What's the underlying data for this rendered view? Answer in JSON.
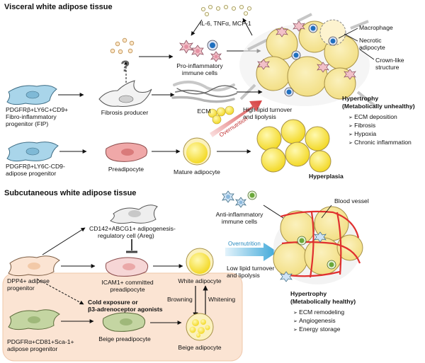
{
  "sections": {
    "visceral": {
      "title": "Visceral white adipose tissue",
      "cytokines": "IL-6, TNFα, MCP-1",
      "question_mark": "?",
      "pro_inflammatory": [
        "Pro-inflammatory",
        "immune cells"
      ],
      "macrophage": "Macrophage",
      "necrotic": [
        "Necrotic",
        "adipocyte"
      ],
      "crown": [
        "Crown-like",
        "structure"
      ],
      "fip": [
        "PDGFRβ+LY6C+CD9+",
        "Fibro-inflammatory",
        "progenitor (FIP)"
      ],
      "fibrosis_producer": "Fibrosis producer",
      "ecm": "ECM",
      "lipid_turnover": [
        "High lipid turnover",
        "and lipolysis"
      ],
      "overnutrition": "Overnutrition",
      "hypertrophy_title": [
        "Hypertrophy",
        "(Metabolically unhealthy)"
      ],
      "hypertrophy_items": [
        "ECM deposition",
        "Fibrosis",
        "Hypoxia",
        "Chronic inflammation"
      ],
      "adipose_progenitor": [
        "PDGFRβ+LY6C-CD9-",
        "adipose progenitor"
      ],
      "preadipocyte": "Preadipocyte",
      "mature_adipocyte": "Mature adipocyte",
      "hyperplasia": "Hyperplasia"
    },
    "subcutaneous": {
      "title": "Subcutaneous white adipose tissue",
      "areg": [
        "CD142+ABCG1+ adipogenesis-",
        "regulatory cell  (Areg)"
      ],
      "anti_inflammatory": [
        "Anti-inflammatory",
        "immune cells"
      ],
      "blood_vessel": "Blood vessel",
      "dpp4": [
        "DPP4+ adipose",
        "progenitor"
      ],
      "icam1": [
        "ICAM1+ committed",
        "preadipocyte"
      ],
      "white_adipocyte": "White adipocyte",
      "overnutrition": "Overnutrition",
      "lipid_turnover": [
        "Low lipid turnover",
        "and lipolysis"
      ],
      "browning": "Browning",
      "whitening": "Whitening",
      "cold": [
        "Cold exposure or",
        "β3-adrenoceptor agonists"
      ],
      "hypertrophy_title": [
        "Hypertrophy",
        "(Metabolically healthy)"
      ],
      "hypertrophy_items": [
        "ECM remodeling",
        "Angiogenesis",
        "Energy storage"
      ],
      "beige_progenitor": [
        "PDGFRα+CD81+Sca-1+",
        "adipose progenitor"
      ],
      "beige_preadipocyte": "Beige preadipocyte",
      "beige_adipocyte": "Beige adipocyte"
    }
  },
  "colors": {
    "adipocyte_fill": "#f7e9a0",
    "adipocyte_core": "#f8e23a",
    "progenitor_blue": "#a9d5ea",
    "preadipocyte_pink": "#f0a8a8",
    "beige_green": "#c4d5a2",
    "beige_panel": "#fbe4d3",
    "immune_pink": "#f2c0c8",
    "macrophage_blue": "#1f6fbf",
    "vessel_red": "#e0302f",
    "arrow_red": "#d64040",
    "arrow_blue": "#3aa6d8"
  }
}
